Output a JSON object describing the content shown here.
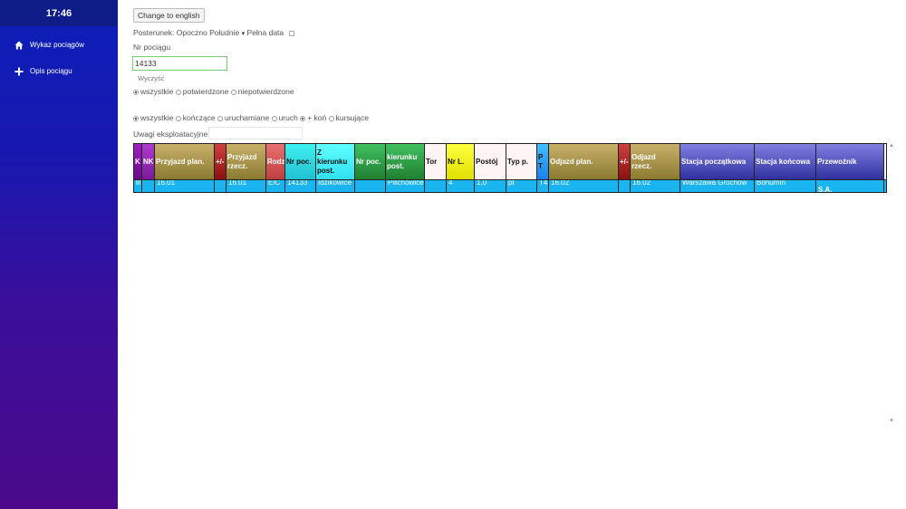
{
  "sidebar": {
    "clock": "17:46",
    "items": [
      {
        "label": "Wykaz pociągów",
        "icon": "home-icon"
      },
      {
        "label": "Opis pociągu",
        "icon": "plus-icon"
      }
    ]
  },
  "toolbar": {
    "lang_label": "Change to english"
  },
  "posterunek": {
    "label": "Posterunek:",
    "value": "Opoczno Południe",
    "caret": "▾",
    "full_date_label": "Pełna data"
  },
  "train": {
    "label": "Nr pociągu",
    "value": "14133",
    "clear_label": "Wyczyść"
  },
  "filter1": [
    "wszystkie",
    "potwierdzone",
    "niepotwierdzone"
  ],
  "filter2": [
    "wszystkie",
    "kończące",
    "uruchamiane",
    "uruch",
    "+ koń",
    "kursujące"
  ],
  "uwagi": {
    "label": "Uwagi eksploatacyjne:"
  },
  "colors": {
    "sidebar_top": "#0b1fb8",
    "sidebar_bottom": "#4a0a8a",
    "row_bg": "#1ab4f0"
  },
  "table": {
    "headers": [
      {
        "key": "k",
        "line1": "K",
        "line2": ""
      },
      {
        "key": "nk",
        "line1": "NK",
        "line2": ""
      },
      {
        "key": "przyjazd_plan",
        "line1": "Przyjazd plan.",
        "line2": ""
      },
      {
        "key": "pm1",
        "line1": "+/-",
        "line2": ""
      },
      {
        "key": "przyjazd_rzecz",
        "line1": "Przyjazd",
        "line2": "rzecz."
      },
      {
        "key": "rodz",
        "line1": "Rodz",
        "line2": ""
      },
      {
        "key": "nr_poc",
        "line1": "Nr poc.",
        "line2": ""
      },
      {
        "key": "z_kier",
        "line1": "Z",
        "line2": "kierunku",
        "line3": "post."
      },
      {
        "key": "nr_poc2",
        "line1": "Nr poc.",
        "line2": ""
      },
      {
        "key": "kier",
        "line1": "kierunku",
        "line2": "post."
      },
      {
        "key": "tor",
        "line1": "Tor",
        "line2": ""
      },
      {
        "key": "nr_l",
        "line1": "Nr L.",
        "line2": ""
      },
      {
        "key": "postoj",
        "line1": "Postój",
        "line2": ""
      },
      {
        "key": "typ",
        "line1": "Typ p.",
        "line2": ""
      },
      {
        "key": "pt",
        "line1": "P",
        "line2": "T"
      },
      {
        "key": "odjazd_plan",
        "line1": "Odjazd plan.",
        "line2": ""
      },
      {
        "key": "pm2",
        "line1": "+/-",
        "line2": ""
      },
      {
        "key": "odjazd_rzecz",
        "line1": "Odjazd",
        "line2": "rzecz."
      },
      {
        "key": "st_pocz",
        "line1": "Stacja początkowa",
        "line2": ""
      },
      {
        "key": "st_konc",
        "line1": "Stacja końcowa",
        "line2": ""
      },
      {
        "key": "przewoznik",
        "line1": "Przewoźnik",
        "line2": ""
      }
    ],
    "row": [
      "lil",
      "",
      "16.01",
      "",
      "16.01",
      "EIC",
      "14133",
      "Idzikowice",
      "",
      "Pilichowice",
      "",
      "4",
      "1,0",
      "pt",
      "T4",
      "16.02",
      "",
      "16.02",
      "Warszawa Grochów",
      "Bohumín",
      "S.A."
    ]
  }
}
